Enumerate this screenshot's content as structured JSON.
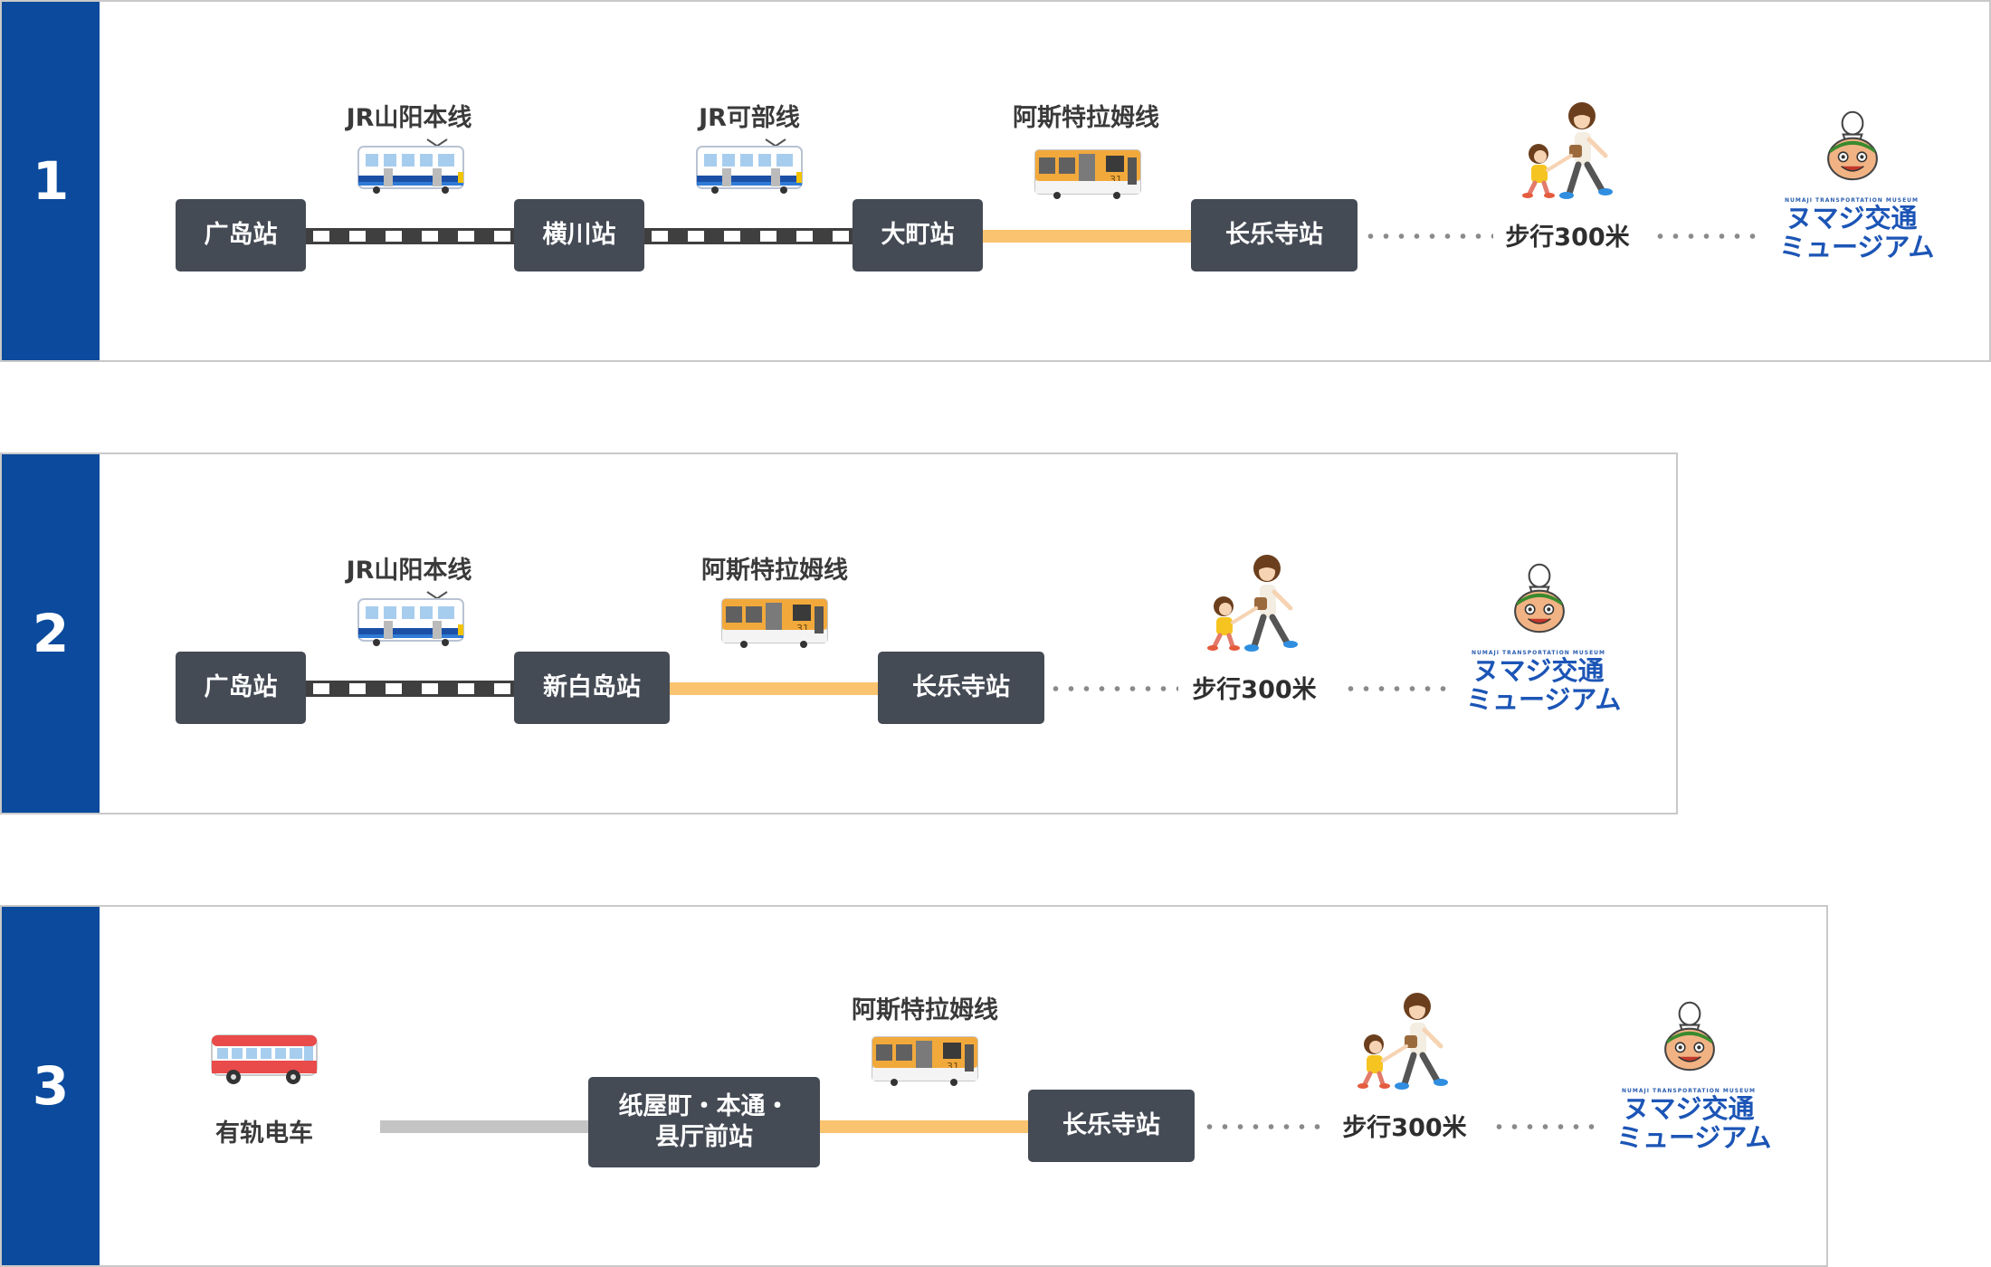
{
  "routes": [
    {
      "number": "1",
      "stations": [
        "广岛站",
        "横川站",
        "大町站",
        "长乐寺站"
      ],
      "lines": [
        "JR山阳本线",
        "JR可部线",
        "阿斯特拉姆线"
      ],
      "walk": "步行300米",
      "museum": {
        "tiny": "NUMAJI TRANSPORTATION MUSEUM",
        "line1": "ヌマジ交通",
        "line2": "ミュージアム"
      }
    },
    {
      "number": "2",
      "stations": [
        "广岛站",
        "新白岛站",
        "长乐寺站"
      ],
      "lines": [
        "JR山阳本线",
        "阿斯特拉姆线"
      ],
      "walk": "步行300米",
      "museum": {
        "tiny": "NUMAJI TRANSPORTATION MUSEUM",
        "line1": "ヌマジ交通",
        "line2": "ミュージアム"
      }
    },
    {
      "number": "3",
      "bus_label": "有轨电车",
      "stations": [
        "纸屋町・本通・",
        "县厅前站",
        "长乐寺站"
      ],
      "lines": [
        "阿斯特拉姆线"
      ],
      "tram_number": "31",
      "walk": "步行300米",
      "museum": {
        "tiny": "NUMAJI TRANSPORTATION MUSEUM",
        "line1": "ヌマジ交通",
        "line2": "ミュージアム"
      }
    }
  ],
  "colors": {
    "accent": "#0b4a9c",
    "station": "#454b55",
    "tram_line": "#f9c36f",
    "bus_line": "#c4c4c4"
  }
}
